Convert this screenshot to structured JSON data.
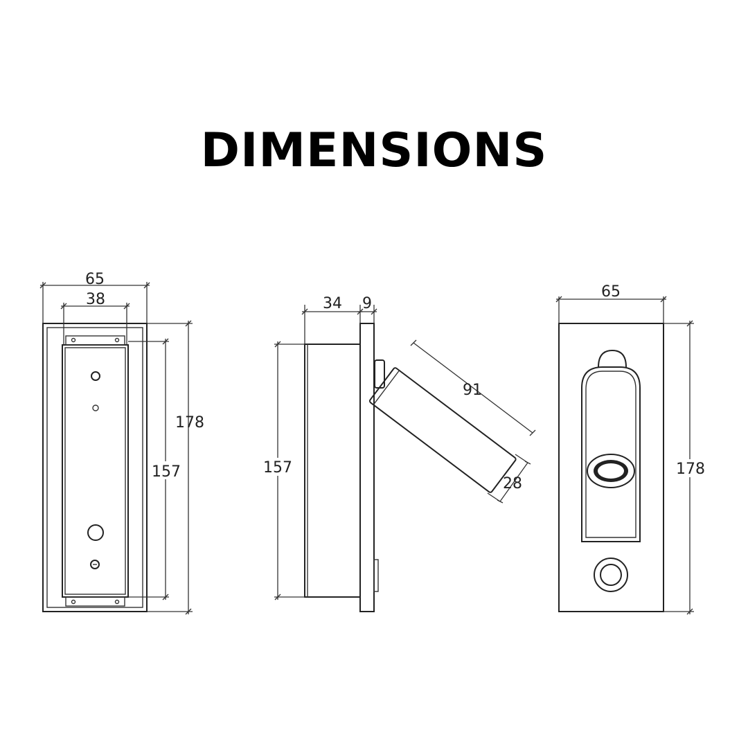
{
  "title": "DIMENSIONS",
  "front_view": {
    "width_outer": "65",
    "width_inner": "38",
    "height_outer": "178",
    "height_inner": "157"
  },
  "side_view": {
    "depth_box": "34",
    "depth_plate": "9",
    "height_box": "157",
    "head_length": "91",
    "head_diameter": "28"
  },
  "back_view": {
    "width": "65",
    "height": "178"
  }
}
